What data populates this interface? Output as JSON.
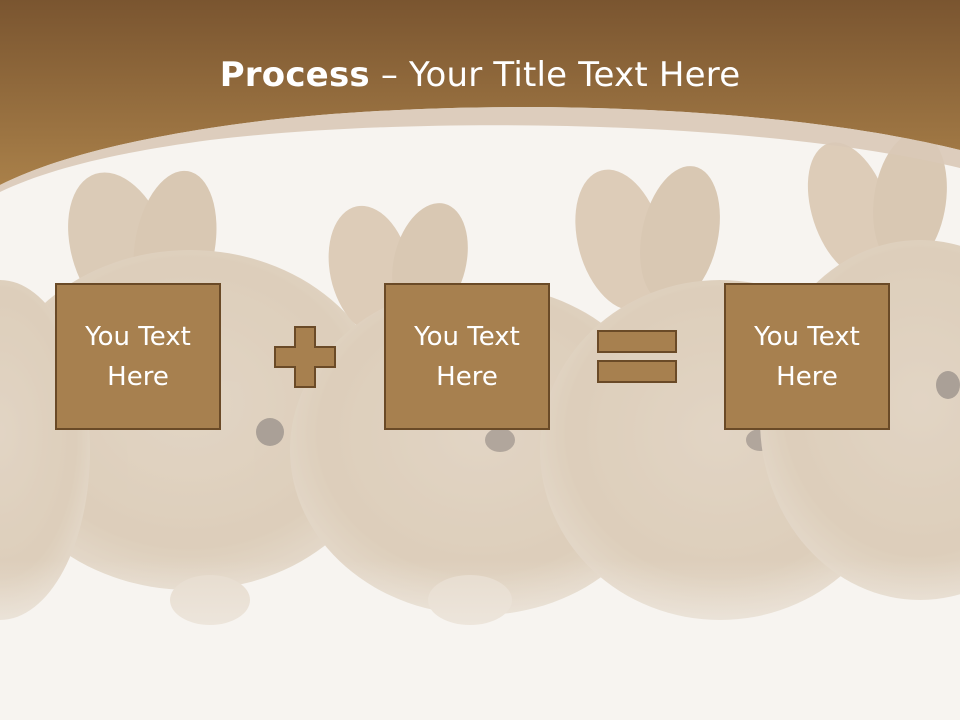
{
  "slide": {
    "title_bold": "Process",
    "title_rest": " – Your Title Text Here",
    "boxes": [
      {
        "label": "You Text Here"
      },
      {
        "label": "You Text Here"
      },
      {
        "label": "You Text Here"
      }
    ],
    "operators": [
      "plus-icon",
      "equals-icon"
    ],
    "colors": {
      "header_top": "#7a5530",
      "header_bottom": "#a57a47",
      "box_fill": "#a7804f",
      "box_border": "#6a4a27",
      "background": "#f7f4f0"
    },
    "background_image": "rabbits-photo"
  }
}
